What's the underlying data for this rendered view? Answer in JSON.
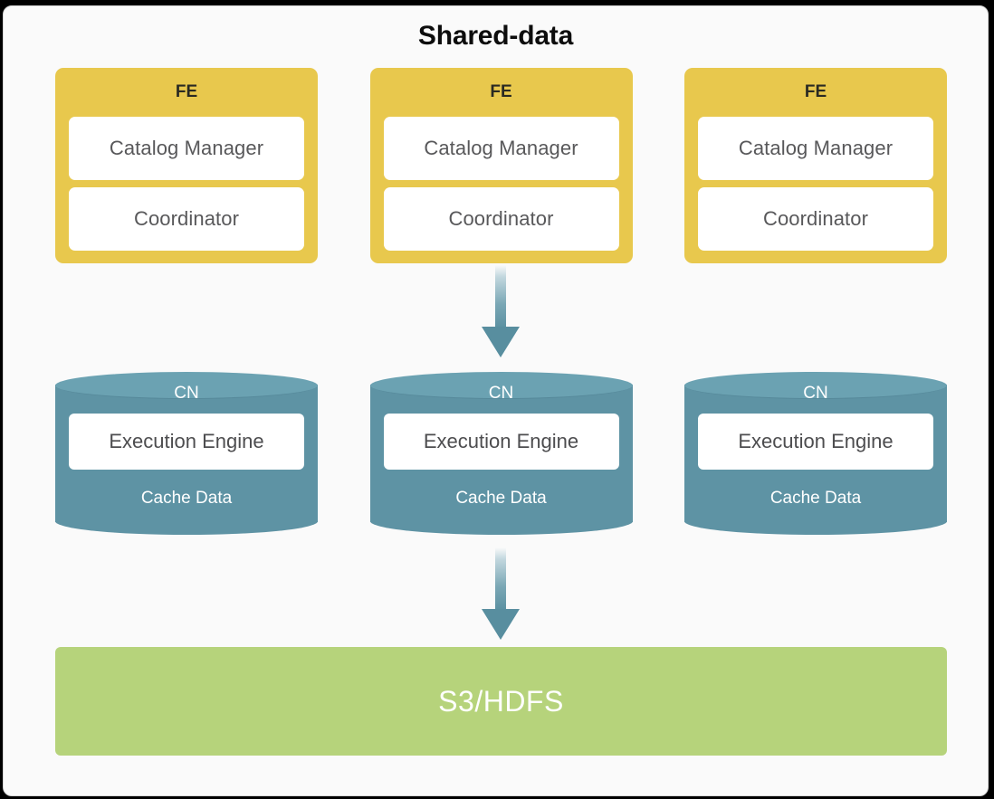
{
  "diagram": {
    "title": "Shared-data",
    "background_color": "#fafafa",
    "fe_color": "#e8c84d",
    "cn_color": "#5e93a4",
    "cn_top_color": "#6ba2b2",
    "storage_color": "#b6d37b",
    "arrow_color": "#5e93a4"
  },
  "fe_nodes": [
    {
      "title": "FE",
      "components": [
        {
          "label": "Catalog Manager"
        },
        {
          "label": "Coordinator"
        }
      ]
    },
    {
      "title": "FE",
      "components": [
        {
          "label": "Catalog Manager"
        },
        {
          "label": "Coordinator"
        }
      ]
    },
    {
      "title": "FE",
      "components": [
        {
          "label": "Catalog Manager"
        },
        {
          "label": "Coordinator"
        }
      ]
    }
  ],
  "cn_nodes": [
    {
      "title": "CN",
      "engine": "Execution Engine",
      "cache": "Cache Data"
    },
    {
      "title": "CN",
      "engine": "Execution Engine",
      "cache": "Cache Data"
    },
    {
      "title": "CN",
      "engine": "Execution Engine",
      "cache": "Cache Data"
    }
  ],
  "arrows": [
    {
      "name": "fe-to-cn-arrow",
      "direction": "down"
    },
    {
      "name": "cn-to-storage-arrow",
      "direction": "down"
    }
  ],
  "storage": {
    "label": "S3/HDFS"
  }
}
